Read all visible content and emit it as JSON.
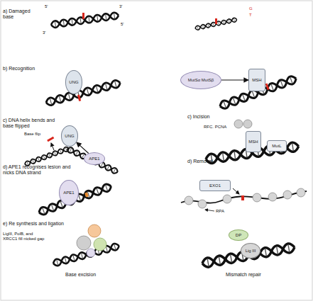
{
  "diagram": {
    "nodes": [
      {
        "text": [
          "UNG"
        ]
      },
      {
        "text": [
          "MutSα MutSβ"
        ]
      },
      {
        "text": [
          "MSH"
        ]
      },
      {
        "text": [
          "UNG"
        ]
      },
      {
        "text": [
          "APE1"
        ]
      },
      {
        "text": [
          "MSH"
        ]
      },
      {
        "text": [
          "MutL"
        ]
      },
      {
        "text": [
          "APE1"
        ]
      },
      {
        "text": [
          "EXO1"
        ]
      },
      {
        "text": [
          "DP"
        ]
      },
      {
        "text": [
          "Lig III"
        ]
      }
    ],
    "edges": [
      {
        "from": 1,
        "to": 2,
        "arrow": "to"
      },
      {
        "from": 4,
        "to": 3,
        "arrow": "to"
      }
    ],
    "labels": [
      "a) Damaged base",
      "5'",
      "3'",
      "3'",
      "5'",
      "G",
      "T",
      "b) Recognition",
      "c) DNA helix bends and base flipped",
      "Base flip",
      "d) APE1 recognises lesion and nicks DNA strand",
      "e) Re synthesis and ligation",
      "LigIII, PolB, and XRCC1 fill nicked gap",
      "Base excision",
      "c) Incision",
      "RFC. PCNA",
      "d) Removal",
      "RPA",
      "Mismatch repair"
    ]
  }
}
